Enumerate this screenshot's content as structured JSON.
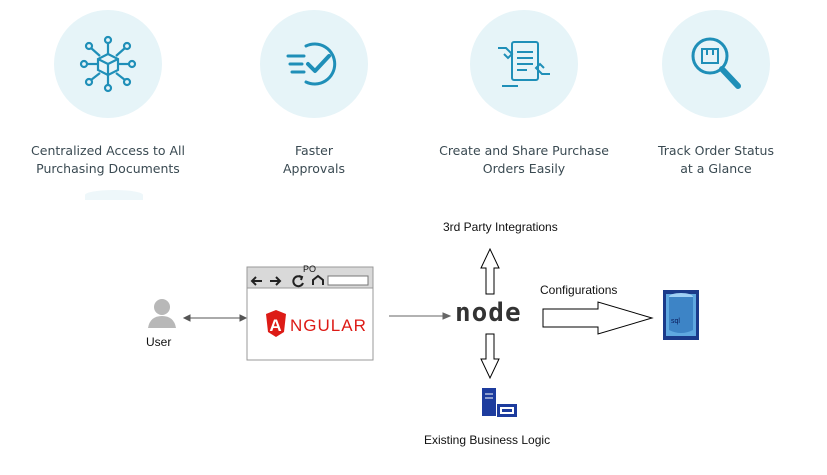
{
  "features": [
    {
      "label": "Centralized Access to All\nPurchasing Documents",
      "icon": "network-cube-icon"
    },
    {
      "label": "Faster\nApprovals",
      "icon": "check-speed-icon"
    },
    {
      "label": "Create and Share Purchase\nOrders Easily",
      "icon": "document-share-icon"
    },
    {
      "label": "Track Order Status\nat a Glance",
      "icon": "magnifier-box-icon"
    }
  ],
  "diagram": {
    "user_label": "User",
    "browser_tab": "PO",
    "angular_letter": "A",
    "angular_text": "NGULAR",
    "node_label": "node",
    "integrations_label": "3rd Party Integrations",
    "configurations_label": "Configurations",
    "business_logic_label": "Existing Business Logic",
    "db_label": "sql"
  },
  "colors": {
    "icon_blue": "#1f8fb8",
    "circle_bg": "#e6f4f8",
    "angular_red": "#dd1b16"
  }
}
